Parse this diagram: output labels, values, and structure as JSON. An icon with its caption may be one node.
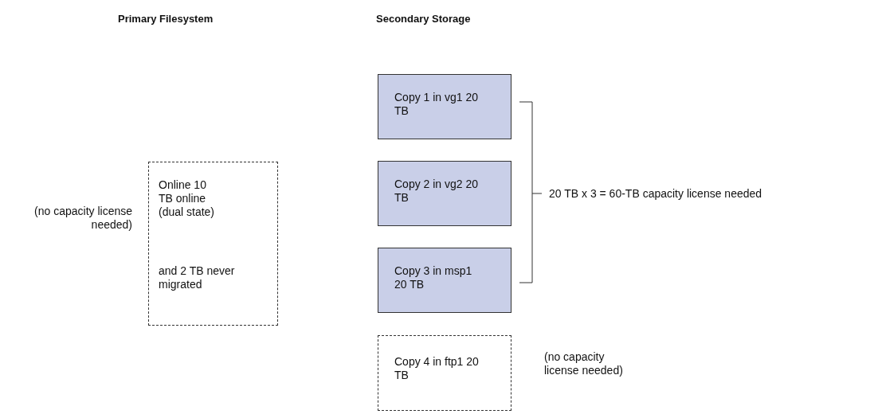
{
  "diagram": {
    "nodes": [
      {
        "text": [
          "Online 10 TB online (dual state)",
          "and 2 TB never migrated"
        ],
        "beside": [
          "(no capacity license needed)"
        ]
      },
      {
        "text": [
          "Copy 1 in vg1 20 TB"
        ]
      },
      {
        "text": [
          "Copy 2 in vg2 20 TB"
        ]
      },
      {
        "text": [
          "Copy 3 in msp1 20 TB"
        ]
      },
      {
        "text": [
          "Copy 4 in ftp1 20 TB"
        ],
        "beside": [
          "(no capacity license needed)"
        ]
      }
    ],
    "edges": [],
    "labels": [
      "Primary Filesystem",
      "Secondary Storage",
      "20 TB x 3 = 60-TB capacity license needed"
    ]
  }
}
